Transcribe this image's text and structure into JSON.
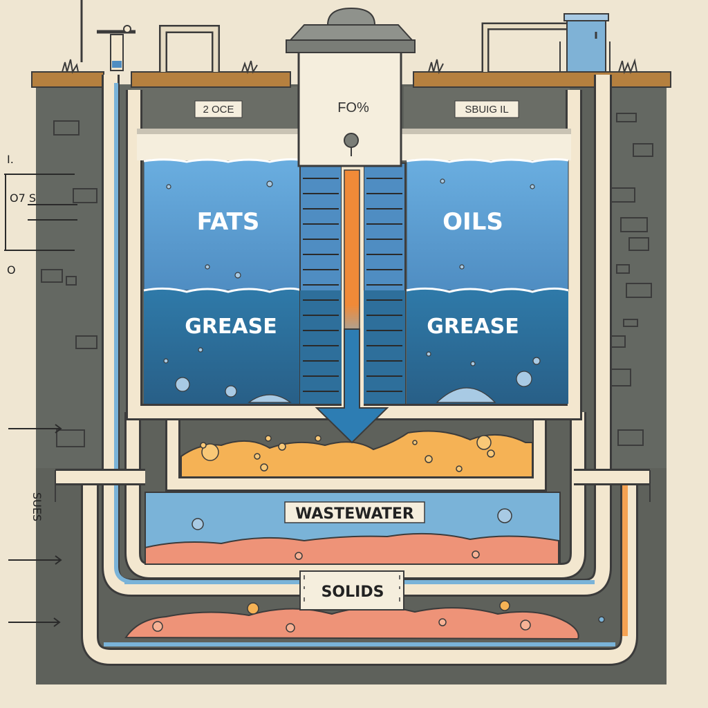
{
  "labels": {
    "top_center": "FO%",
    "plate_left": "2 OCE",
    "plate_right": "SBUIG IL",
    "fats": "FATS",
    "oils": "OILS",
    "grease_left": "GREASE",
    "grease_right": "GREASE",
    "wastewater": "WASTEWATER",
    "solids": "SOLIDS",
    "side_top": "I.",
    "side_mid": "O7 S",
    "side_o": "O",
    "side_rotated": "SUES"
  },
  "colors": {
    "background": "#efe6d2",
    "soil": "#5e615b",
    "ground": "#b5803f",
    "fats_water": "#5b9dd2",
    "grease_water": "#2e6f9b",
    "grease_layer": "#f5b255",
    "solids_layer": "#ee9378",
    "pipe": "#f3e7cf",
    "arrow": "#2d7db3",
    "orange_bar": "#f08a38"
  }
}
